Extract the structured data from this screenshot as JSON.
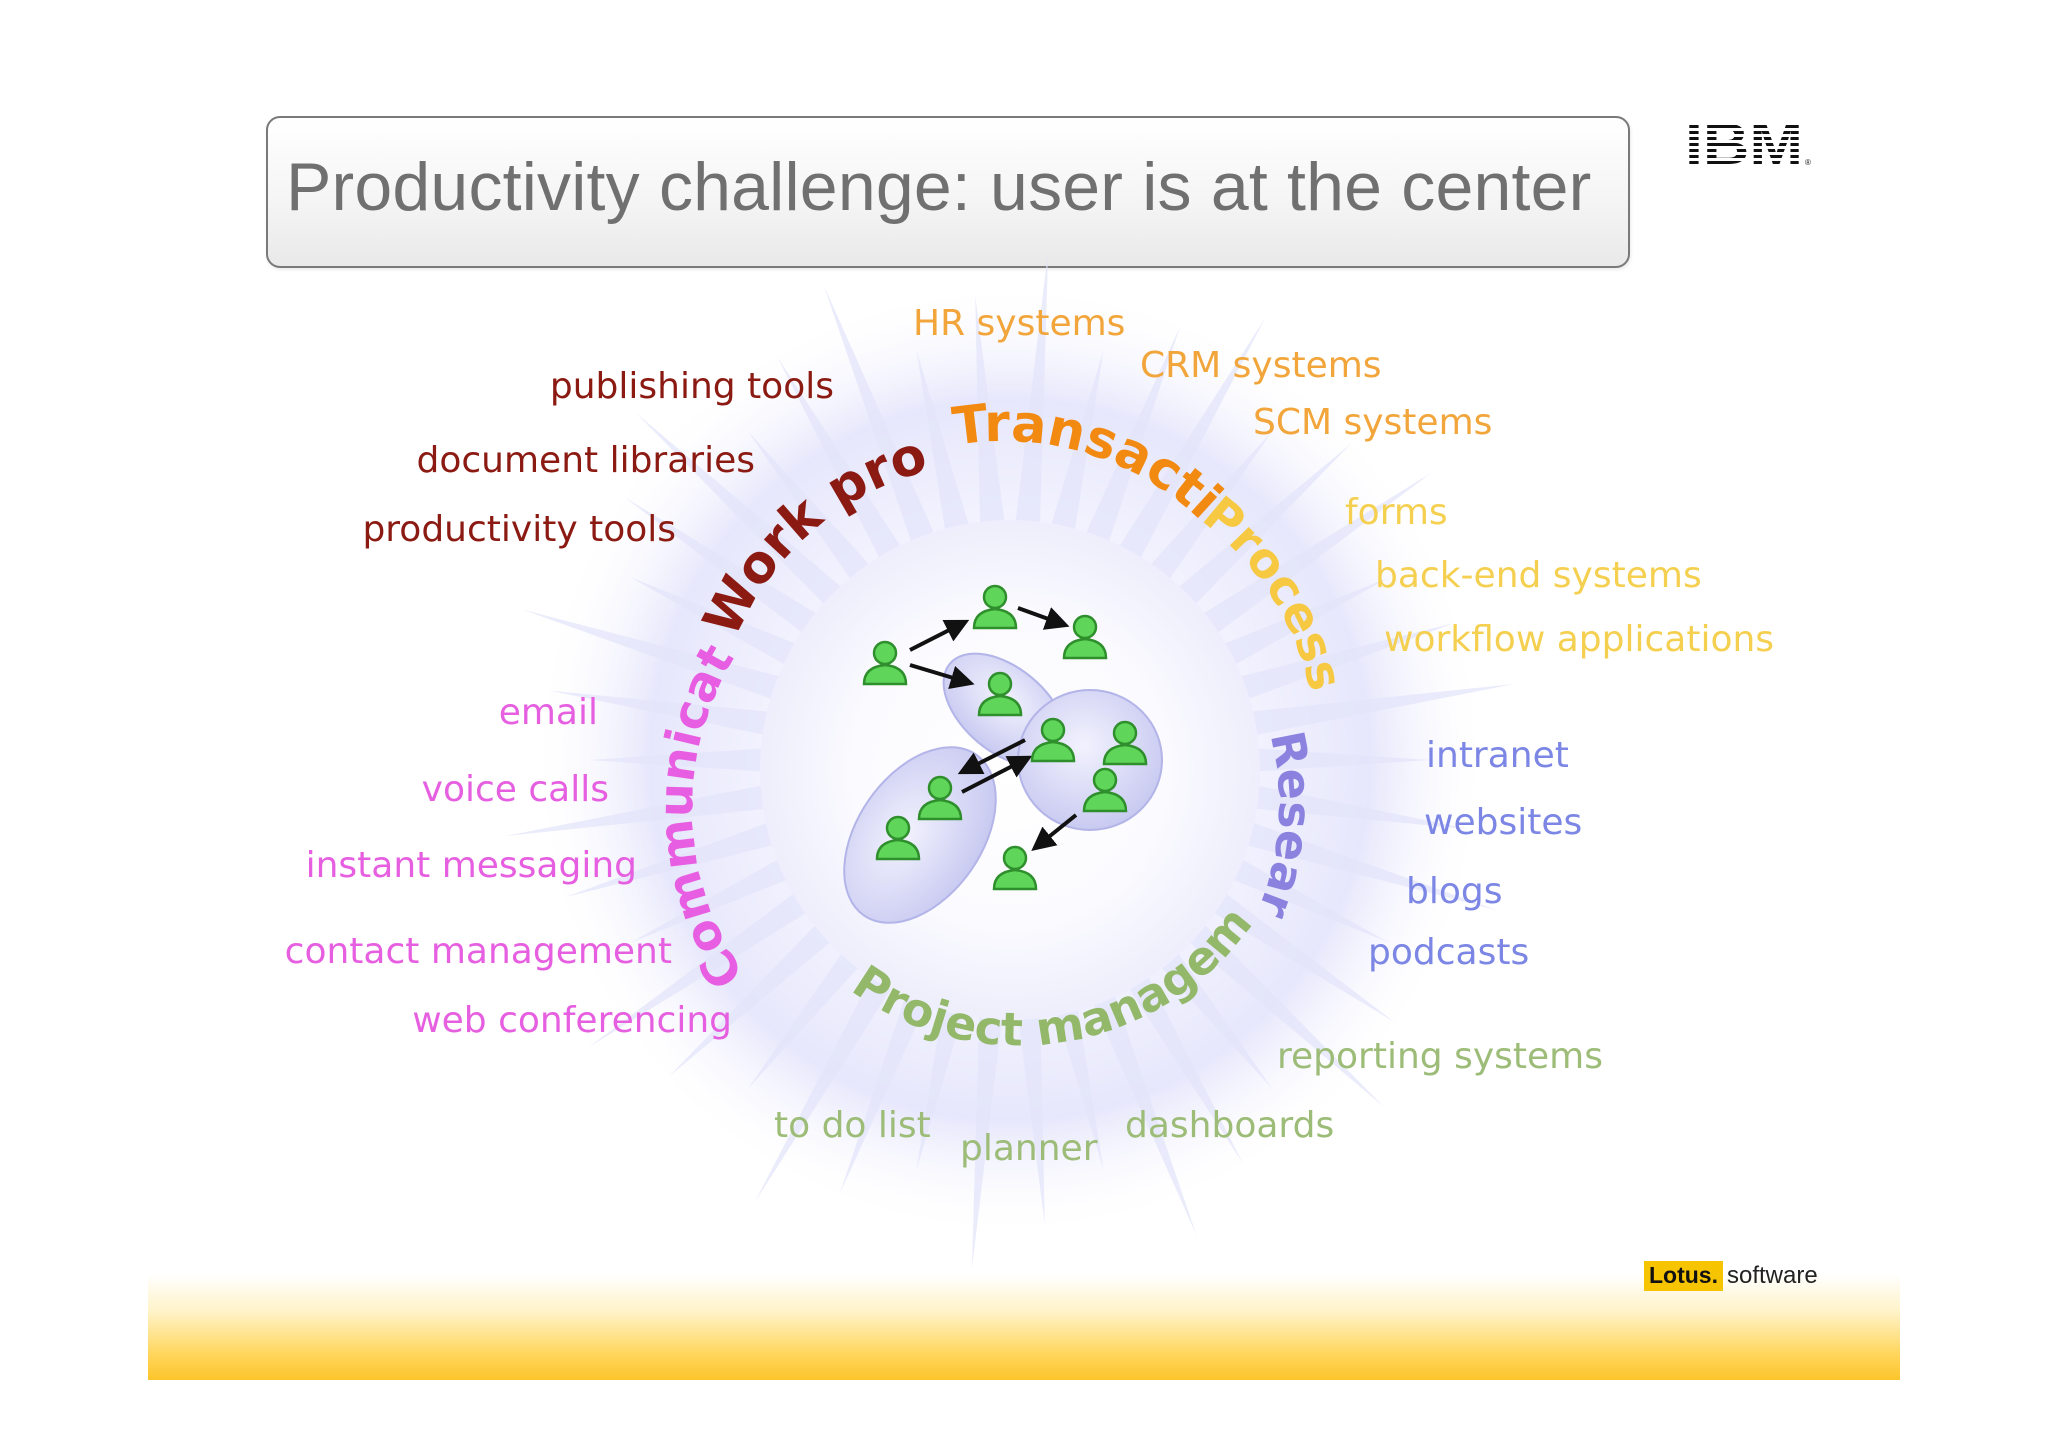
{
  "slide": {
    "title": "Productivity challenge: user is at the center",
    "brand_logo": "IBM",
    "footer_brand": "Lotus.",
    "footer_product": "software"
  },
  "diagram": {
    "categories": [
      {
        "label": "Work product",
        "color": "#8b1a12"
      },
      {
        "label": "Transactions",
        "color": "#f28a12"
      },
      {
        "label": "Processes",
        "color": "#f7c842"
      },
      {
        "label": "Research",
        "color": "#8b82e0"
      },
      {
        "label": "Project management",
        "color": "#93b86a"
      },
      {
        "label": "Communications",
        "color": "#e85ee2"
      }
    ],
    "items": {
      "work_product": [
        "publishing tools",
        "document libraries",
        "productivity tools"
      ],
      "transactions": [
        "HR systems",
        "CRM systems",
        "SCM systems"
      ],
      "processes": [
        "forms",
        "back-end systems",
        "workflow applications"
      ],
      "research": [
        "intranet",
        "websites",
        "blogs",
        "podcasts"
      ],
      "project_management": [
        "reporting systems",
        "dashboards",
        "planner",
        "to do list"
      ],
      "communications": [
        "email",
        "voice calls",
        "instant messaging",
        "contact management",
        "web conferencing"
      ]
    },
    "colors": {
      "work_product": "#8b1a12",
      "transactions": "#f2a53a",
      "processes": "#f5d050",
      "research": "#7c86e4",
      "project_management": "#9cbc78",
      "communications": "#e65fe0",
      "user_icon": "#5fd65a",
      "group_ellipse": "#c7c8f1",
      "burst": "#e6e7fb"
    }
  }
}
